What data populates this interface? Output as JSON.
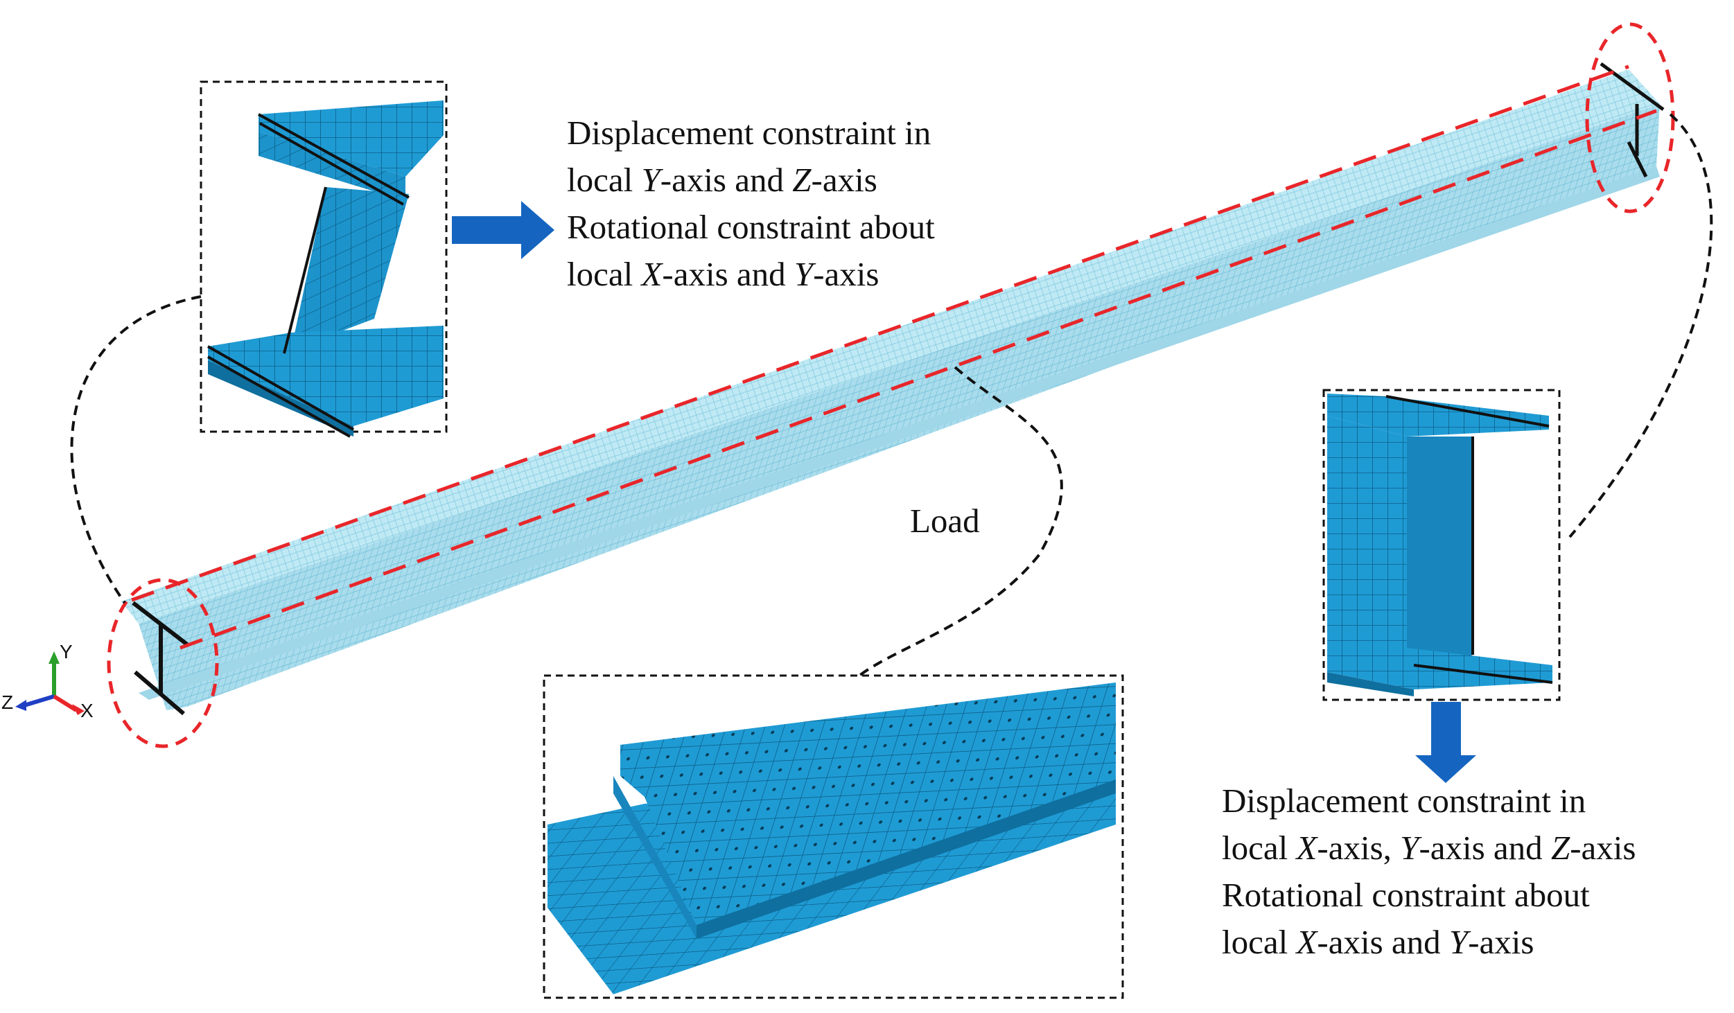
{
  "colors": {
    "mesh_body": "#b7e6f2",
    "mesh_line": "#7fc9df",
    "part_fill": "#1f9bd4",
    "part_dark": "#0f6f9e",
    "highlight": "#e8262a",
    "arrow": "#1565c0",
    "callout": "#111111"
  },
  "left_constraint": {
    "line1": "Displacement constraint in",
    "line2_pre": "local ",
    "line2_y": "Y",
    "line2_mid": "-axis and ",
    "line2_z": "Z",
    "line2_post": "-axis",
    "line3": "Rotational constraint about",
    "line4_pre": "local ",
    "line4_x": "X",
    "line4_mid": "-axis and ",
    "line4_y": "Y",
    "line4_post": "-axis"
  },
  "right_constraint": {
    "line1": "Displacement constraint in",
    "line2_pre": "local ",
    "line2_x": "X",
    "line2_mid1": "-axis, ",
    "line2_y": "Y",
    "line2_mid2": "-axis and ",
    "line2_z": "Z",
    "line2_post": "-axis",
    "line3": "Rotational constraint about",
    "line4_pre": "local ",
    "line4_x": "X",
    "line4_mid": "-axis and ",
    "line4_y": "Y",
    "line4_post": "-axis"
  },
  "load_label": "Load",
  "triad": {
    "y": "Y",
    "z": "Z",
    "x": "X"
  }
}
